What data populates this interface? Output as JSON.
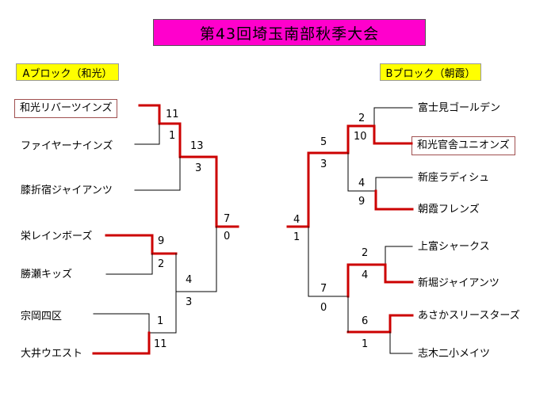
{
  "title": "第43回埼玉南部秋季大会",
  "block_a": {
    "label": "Aブロック（和光）",
    "teams": [
      "和光リバーツインズ",
      "ファイヤーナインズ",
      "膝折宿ジャイアンツ",
      "栄レインボーズ",
      "勝瀬キッズ",
      "宗岡四区",
      "大井ウエスト"
    ],
    "scores": {
      "r1_top": "11",
      "r1_bottom": "1",
      "r1b_top": "9",
      "r1b_bottom": "2",
      "r1c_top": "1",
      "r1c_bottom": "11",
      "r2_top": "13",
      "r2_bottom": "3",
      "r2b_top": "4",
      "r2b_bottom": "3",
      "final_top": "7",
      "final_bottom": "0"
    }
  },
  "block_b": {
    "label": "Bブロック（朝霞）",
    "teams": [
      "富士見ゴールデン",
      "和光官舎ユニオンズ",
      "新座ラディシュ",
      "朝霞フレンズ",
      "上富シャークス",
      "新堀ジャイアンツ",
      "あさかスリースターズ",
      "志木二小メイツ"
    ],
    "scores": {
      "m1_top": "2",
      "m1_bottom": "10",
      "m2_top": "4",
      "m2_bottom": "9",
      "m3_top": "2",
      "m3_bottom": "4",
      "m4_top": "6",
      "m4_bottom": "1",
      "s1_top": "5",
      "s1_bottom": "3",
      "s2_top": "7",
      "s2_bottom": "0",
      "final_top": "4",
      "final_bottom": "1"
    }
  },
  "colors": {
    "title_bg": "#ff00cc",
    "label_bg": "#ffff00",
    "winner_line": "#cc0000",
    "loser_line": "#000000"
  }
}
